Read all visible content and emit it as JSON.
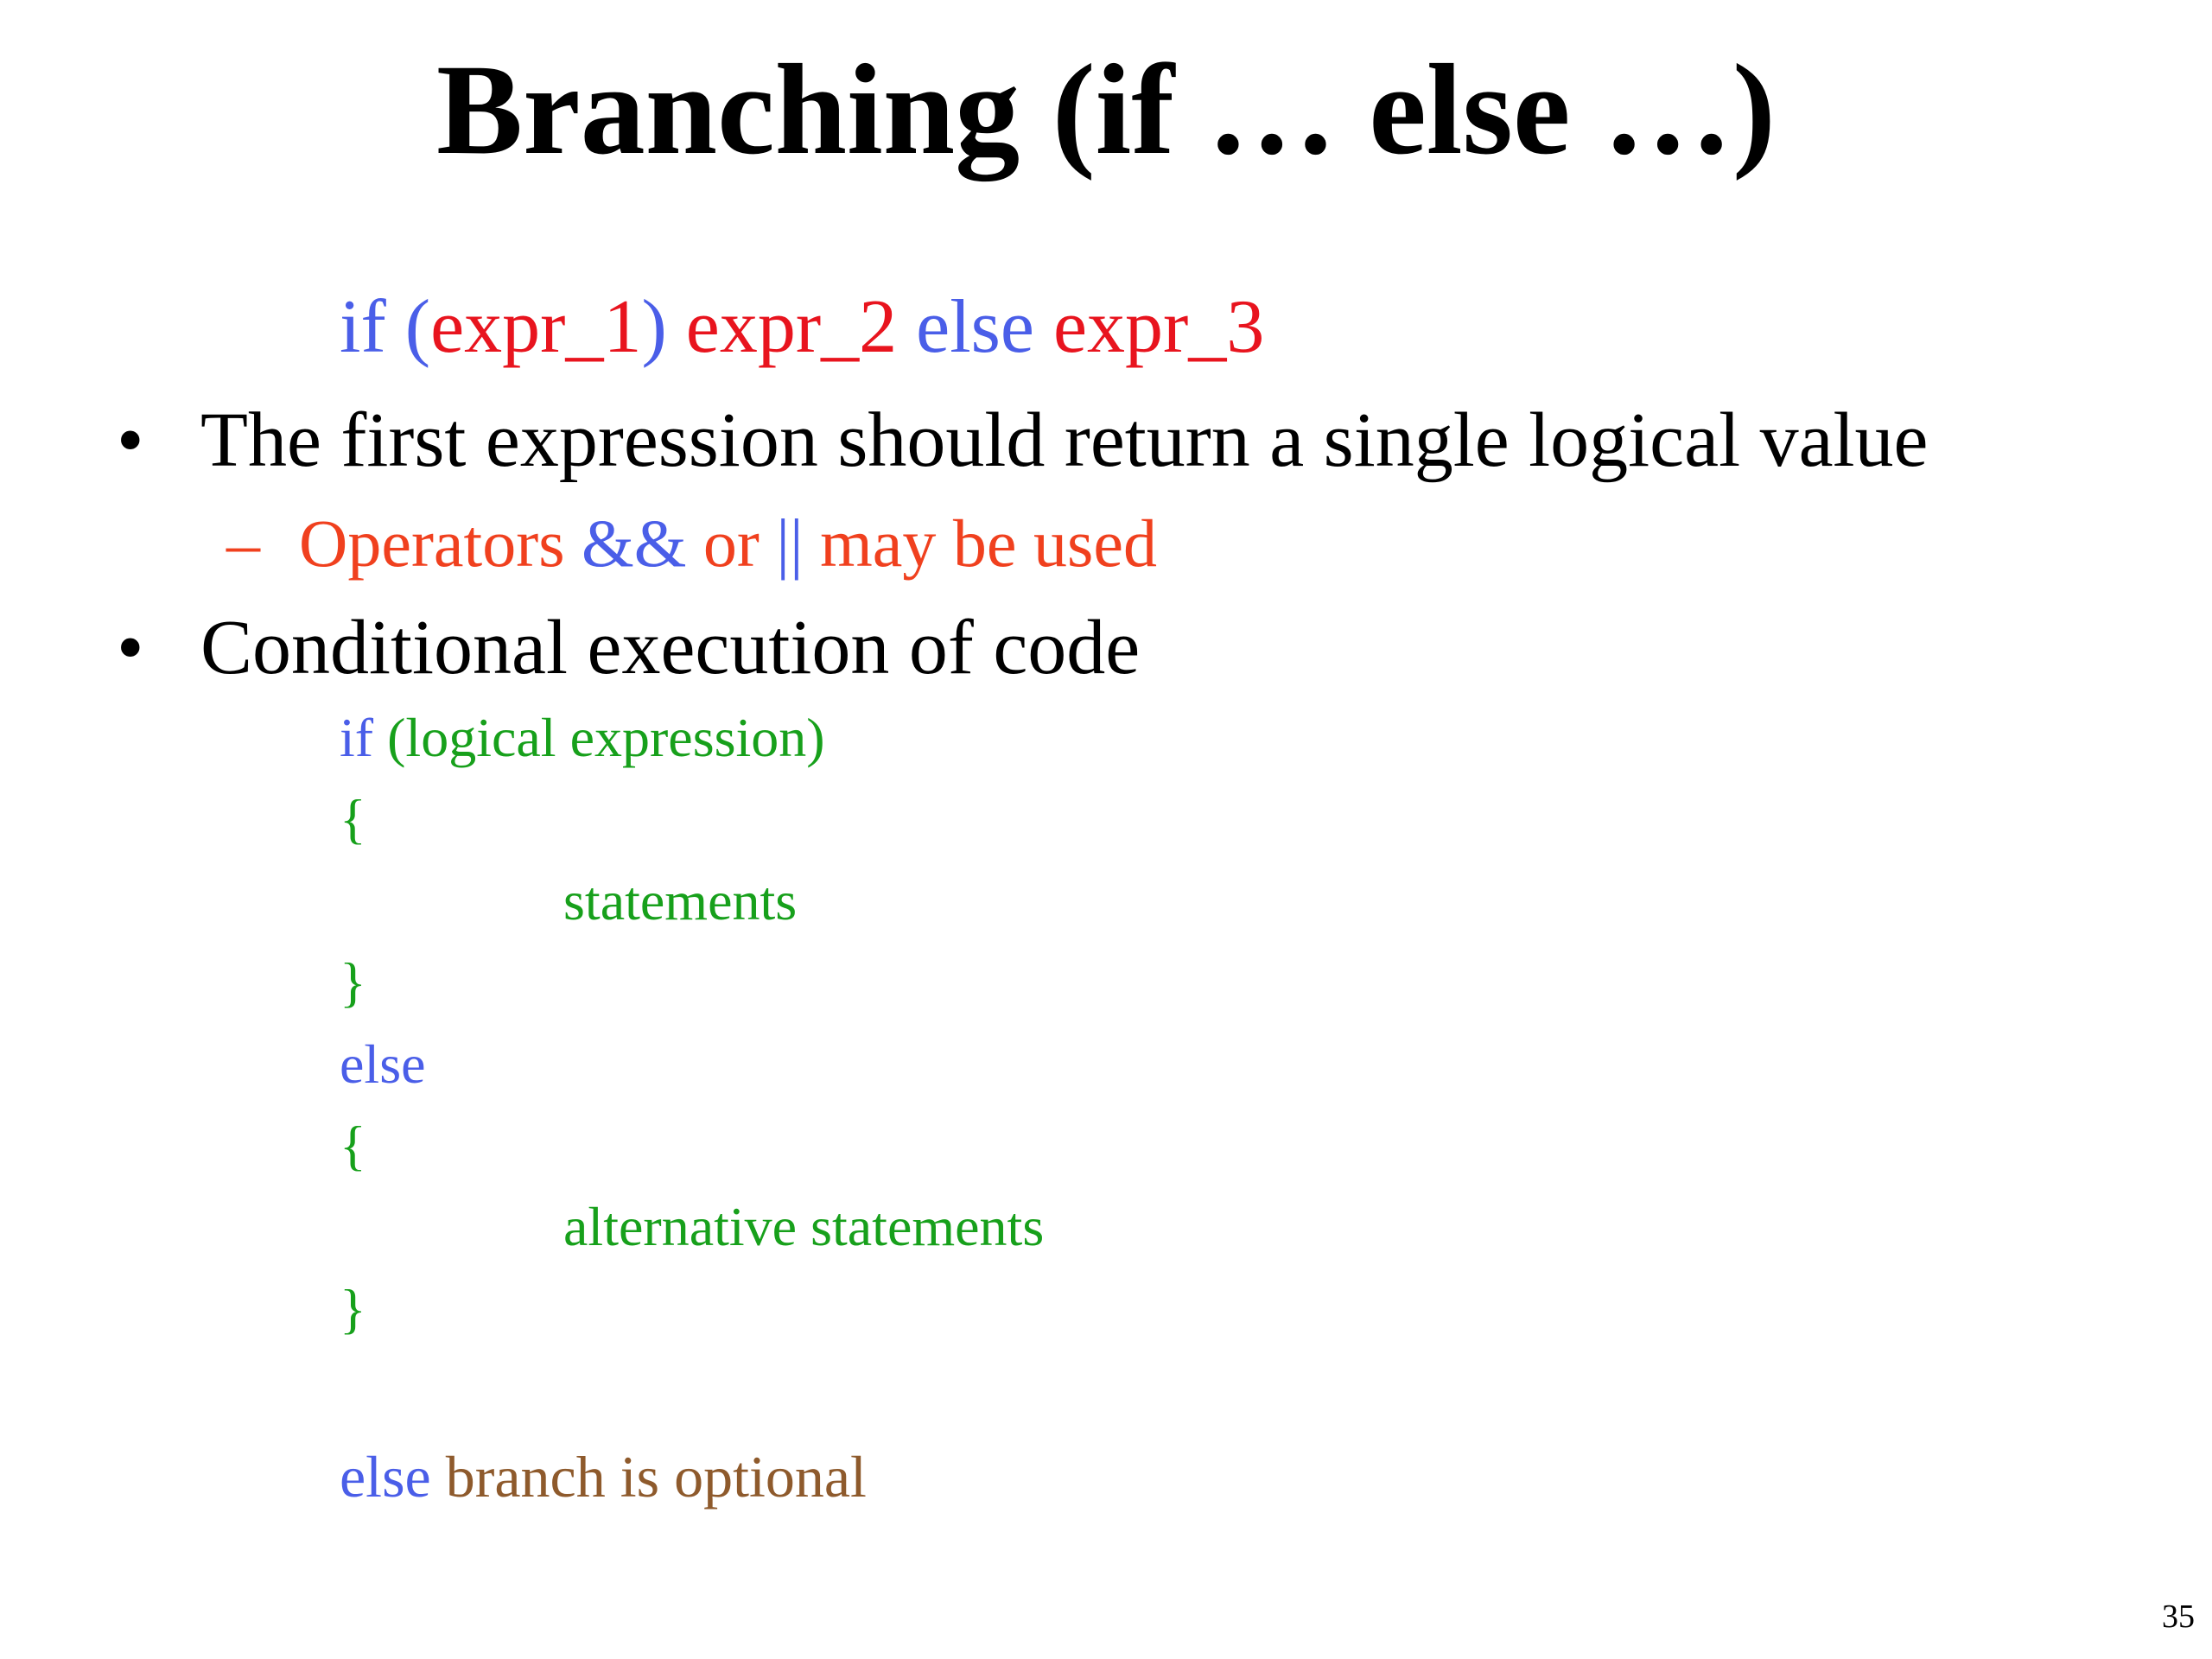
{
  "colors": {
    "keyword": "#4a5ee8",
    "expr": "#e8141e",
    "sub_red": "#f0401e",
    "code_green": "#17a01b",
    "note_brown": "#8e5a2c",
    "text": "#000000"
  },
  "slide": {
    "title": "Branching (if … else …)",
    "syntax": {
      "if_kw": "if",
      "open_paren": " (",
      "expr1": "expr_1",
      "close_paren": ")",
      "expr2": " expr_2",
      "else_kw": " else",
      "expr3": " expr_3"
    },
    "bullets": [
      {
        "marker": "•",
        "text": "The first expression should return a single logical value",
        "sub": {
          "marker": "–",
          "part1": "Operators ",
          "part2": "&& ",
          "part3": "or ",
          "part4": "|| ",
          "part5": "may be used"
        }
      },
      {
        "marker": "•",
        "text": "Conditional execution of code"
      }
    ],
    "code": {
      "if_kw": "if",
      "condition": " (logical expression)",
      "open1": "{",
      "statements": "statements",
      "close1": "}",
      "else_kw": "else",
      "open2": "{",
      "alt_statements": "alternative statements",
      "close2": "}"
    },
    "note": {
      "else_kw": "else",
      "text": " branch is optional"
    },
    "page_number": "35"
  }
}
